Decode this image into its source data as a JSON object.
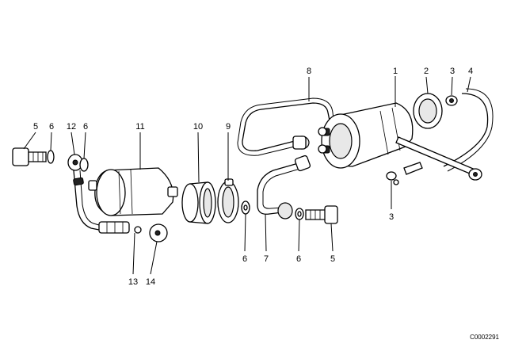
{
  "callouts": {
    "c1": "1",
    "c2": "2",
    "c3a": "3",
    "c4": "4",
    "c5a": "5",
    "c6a": "6",
    "c12": "12",
    "c6b": "6",
    "c11": "11",
    "c10": "10",
    "c9": "9",
    "c8": "8",
    "c3b": "3",
    "c13": "13",
    "c14": "14",
    "c6c": "6",
    "c7": "7",
    "c6d": "6",
    "c5b": "5"
  },
  "catalog_number": "C0002291"
}
